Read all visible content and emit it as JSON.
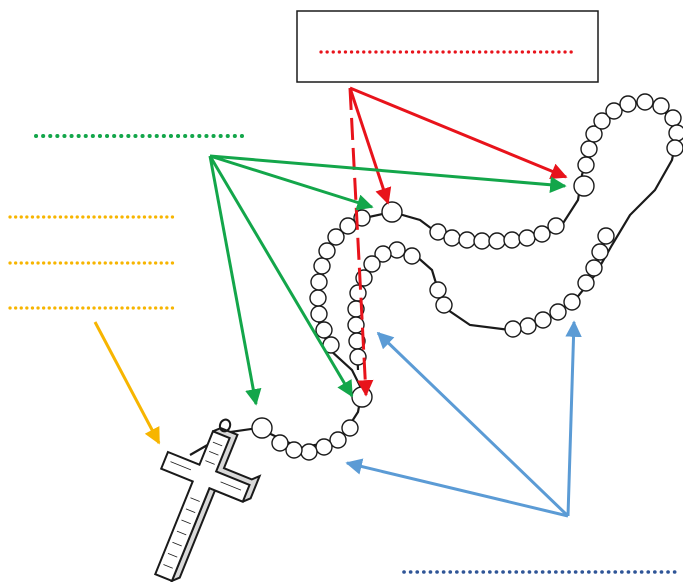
{
  "colors": {
    "red": "#e8131b",
    "green": "#13a64a",
    "orange": "#f7b500",
    "blue": "#5b9bd5",
    "navy": "#2f5597",
    "ink": "#1a1a1a"
  },
  "diagram": {
    "subject": "rosary",
    "icons": [
      "rosary-beads",
      "crucifix-icon"
    ],
    "blank_label_lines": {
      "red": 1,
      "green": 1,
      "orange": 3,
      "navy": 1
    }
  }
}
